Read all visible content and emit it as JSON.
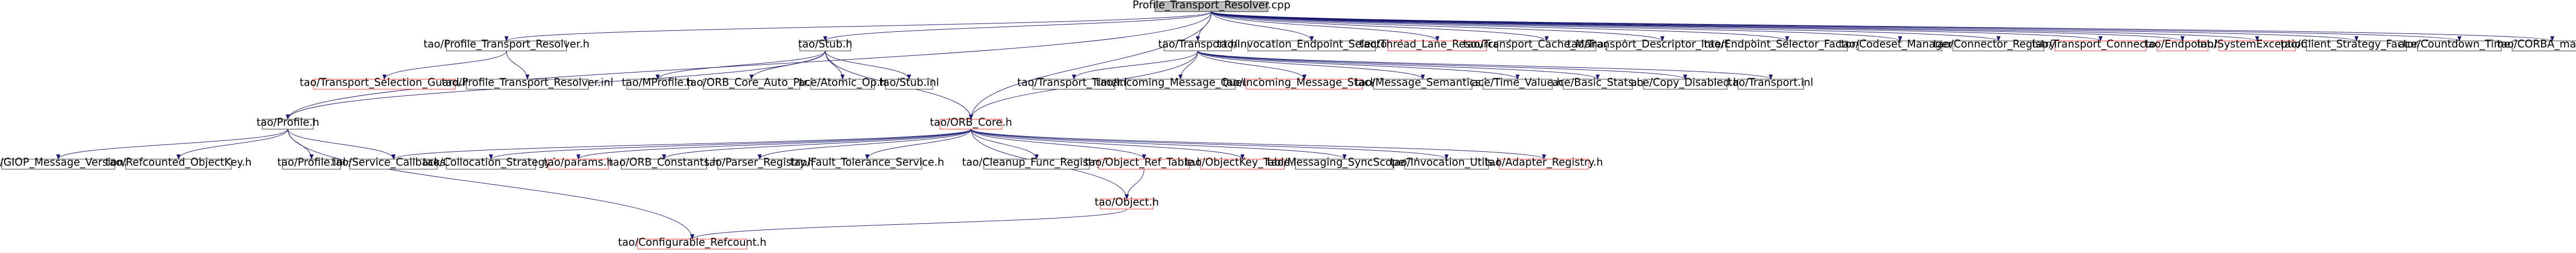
{
  "colors": {
    "node_border_normal": "#000000",
    "node_border_missing": "#ff0000",
    "root_fill": "#bfbfbf",
    "edge": "#191970",
    "background": "#ffffff"
  },
  "nodes": [
    {
      "id": "root",
      "label": "Profile_Transport_Resolver.cpp",
      "root": true
    },
    {
      "id": "ptr_h",
      "label": "tao/Profile_Transport_Resolver.h"
    },
    {
      "id": "stub_h",
      "label": "tao/Stub.h"
    },
    {
      "id": "transport_h",
      "label": "tao/Transport.h"
    },
    {
      "id": "invoc_ep_sel",
      "label": "tao/Invocation_Endpoint_Selectors.h"
    },
    {
      "id": "thread_lane",
      "label": "tao/Thread_Lane_Resources.h",
      "missing": true
    },
    {
      "id": "tcm",
      "label": "tao/Transport_Cache_Manager.h"
    },
    {
      "id": "tdi",
      "label": "tao/Transport_Descriptor_Interface.h"
    },
    {
      "id": "esf",
      "label": "tao/Endpoint_Selector_Factory.h"
    },
    {
      "id": "codeset",
      "label": "tao/Codeset_Manager.h"
    },
    {
      "id": "conn_reg",
      "label": "tao/Connector_Registry.h"
    },
    {
      "id": "transport_conn",
      "label": "tao/Transport_Connector.h",
      "missing": true
    },
    {
      "id": "endpoint",
      "label": "tao/Endpoint.h",
      "missing": true
    },
    {
      "id": "sysexc",
      "label": "tao/SystemException.h",
      "missing": true
    },
    {
      "id": "csf",
      "label": "tao/Client_Strategy_Factory.h"
    },
    {
      "id": "countdown",
      "label": "ace/Countdown_Time.h"
    },
    {
      "id": "corba_macros",
      "label": "tao/CORBA_macros.h"
    },
    {
      "id": "tsg",
      "label": "tao/Transport_Selection_Guard.h",
      "missing": true
    },
    {
      "id": "ptr_inl",
      "label": "tao/Profile_Transport_Resolver.inl"
    },
    {
      "id": "mprofile",
      "label": "tao/MProfile.h"
    },
    {
      "id": "orb_core_auto",
      "label": "tao/ORB_Core_Auto_Ptr.h"
    },
    {
      "id": "atomic_op",
      "label": "ace/Atomic_Op.h"
    },
    {
      "id": "stub_inl",
      "label": "tao/Stub.inl"
    },
    {
      "id": "transport_timer",
      "label": "tao/Transport_Timer.h"
    },
    {
      "id": "incoming_queue",
      "label": "tao/Incoming_Message_Queue.h"
    },
    {
      "id": "incoming_stack",
      "label": "tao/Incoming_Message_Stack.h",
      "missing": true
    },
    {
      "id": "msg_semantics",
      "label": "tao/Message_Semantics.h"
    },
    {
      "id": "time_value",
      "label": "ace/Time_Value.h"
    },
    {
      "id": "basic_stats",
      "label": "ace/Basic_Stats.h"
    },
    {
      "id": "copy_disabled",
      "label": "ace/Copy_Disabled.h"
    },
    {
      "id": "transport_inl",
      "label": "tao/Transport.inl"
    },
    {
      "id": "profile_h",
      "label": "tao/Profile.h"
    },
    {
      "id": "orb_core",
      "label": "tao/ORB_Core.h",
      "missing": true
    },
    {
      "id": "giop_ver",
      "label": "tao/GIOP_Message_Version.h"
    },
    {
      "id": "refcounted_ok",
      "label": "tao/Refcounted_ObjectKey.h"
    },
    {
      "id": "profile_inl",
      "label": "tao/Profile.inl"
    },
    {
      "id": "svc_callbacks",
      "label": "tao/Service_Callbacks.h"
    },
    {
      "id": "colloc",
      "label": "tao/Collocation_Strategy.h"
    },
    {
      "id": "params",
      "label": "tao/params.h",
      "missing": true
    },
    {
      "id": "orb_const",
      "label": "tao/ORB_Constants.h"
    },
    {
      "id": "parser_reg",
      "label": "tao/Parser_Registry.h"
    },
    {
      "id": "fts",
      "label": "tao/Fault_Tolerance_Service.h"
    },
    {
      "id": "cleanup",
      "label": "tao/Cleanup_Func_Registry.h"
    },
    {
      "id": "obj_ref_table",
      "label": "tao/Object_Ref_Table.h",
      "missing": true
    },
    {
      "id": "objkey_table",
      "label": "tao/ObjectKey_Table.h",
      "missing": true
    },
    {
      "id": "msg_sync",
      "label": "tao/Messaging_SyncScopeC.h"
    },
    {
      "id": "invoc_utils",
      "label": "tao/Invocation_Utils.h"
    },
    {
      "id": "adapter_reg",
      "label": "tao/Adapter_Registry.h",
      "missing": true
    },
    {
      "id": "object_h",
      "label": "tao/Object.h",
      "missing": true
    },
    {
      "id": "config_refcount",
      "label": "tao/Configurable_Refcount.h",
      "missing": true
    }
  ],
  "edges": [
    [
      "root",
      "ptr_h"
    ],
    [
      "root",
      "stub_h"
    ],
    [
      "root",
      "transport_h"
    ],
    [
      "root",
      "invoc_ep_sel"
    ],
    [
      "root",
      "thread_lane"
    ],
    [
      "root",
      "tcm"
    ],
    [
      "root",
      "tdi"
    ],
    [
      "root",
      "esf"
    ],
    [
      "root",
      "codeset"
    ],
    [
      "root",
      "conn_reg"
    ],
    [
      "root",
      "transport_conn"
    ],
    [
      "root",
      "endpoint"
    ],
    [
      "root",
      "sysexc"
    ],
    [
      "root",
      "csf"
    ],
    [
      "root",
      "countdown"
    ],
    [
      "root",
      "corba_macros"
    ],
    [
      "root",
      "orb_core"
    ],
    [
      "root",
      "profile_h"
    ],
    [
      "ptr_h",
      "tsg"
    ],
    [
      "ptr_h",
      "ptr_inl"
    ],
    [
      "stub_h",
      "mprofile"
    ],
    [
      "stub_h",
      "orb_core_auto"
    ],
    [
      "stub_h",
      "atomic_op"
    ],
    [
      "stub_h",
      "stub_inl"
    ],
    [
      "stub_h",
      "orb_core"
    ],
    [
      "stub_h",
      "profile_h"
    ],
    [
      "transport_h",
      "transport_timer"
    ],
    [
      "transport_h",
      "incoming_queue"
    ],
    [
      "transport_h",
      "incoming_stack"
    ],
    [
      "transport_h",
      "msg_semantics"
    ],
    [
      "transport_h",
      "time_value"
    ],
    [
      "transport_h",
      "basic_stats"
    ],
    [
      "transport_h",
      "copy_disabled"
    ],
    [
      "transport_h",
      "transport_inl"
    ],
    [
      "transport_h",
      "orb_core"
    ],
    [
      "profile_h",
      "giop_ver"
    ],
    [
      "profile_h",
      "refcounted_ok"
    ],
    [
      "profile_h",
      "profile_inl"
    ],
    [
      "profile_h",
      "svc_callbacks"
    ],
    [
      "profile_h",
      "config_refcount"
    ],
    [
      "orb_core",
      "svc_callbacks"
    ],
    [
      "orb_core",
      "colloc"
    ],
    [
      "orb_core",
      "params"
    ],
    [
      "orb_core",
      "orb_const"
    ],
    [
      "orb_core",
      "parser_reg"
    ],
    [
      "orb_core",
      "fts"
    ],
    [
      "orb_core",
      "cleanup"
    ],
    [
      "orb_core",
      "obj_ref_table"
    ],
    [
      "orb_core",
      "objkey_table"
    ],
    [
      "orb_core",
      "msg_sync"
    ],
    [
      "orb_core",
      "invoc_utils"
    ],
    [
      "orb_core",
      "adapter_reg"
    ],
    [
      "orb_core",
      "object_h"
    ],
    [
      "obj_ref_table",
      "object_h"
    ],
    [
      "object_h",
      "config_refcount"
    ]
  ]
}
